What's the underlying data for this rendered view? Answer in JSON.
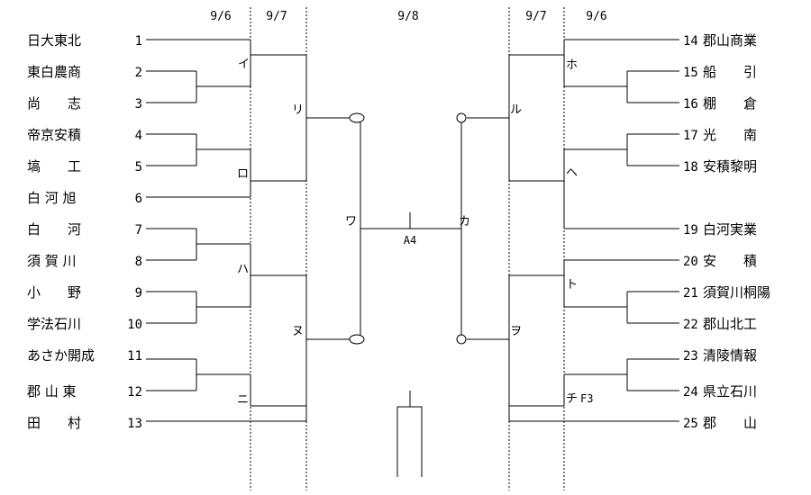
{
  "dates": {
    "left_r1": "9/6",
    "left_r2": "9/7",
    "center": "9/8",
    "right_r2": "9/7",
    "right_r1": "9/6"
  },
  "left_teams": [
    {
      "num": "1",
      "name": "日大東北"
    },
    {
      "num": "2",
      "name": "東白農商"
    },
    {
      "num": "3",
      "name": "尚　　志"
    },
    {
      "num": "4",
      "name": "帝京安積"
    },
    {
      "num": "5",
      "name": "塙　　工"
    },
    {
      "num": "6",
      "name": "白 河 旭"
    },
    {
      "num": "7",
      "name": "白　　河"
    },
    {
      "num": "8",
      "name": "須 賀 川"
    },
    {
      "num": "9",
      "name": "小　　野"
    },
    {
      "num": "10",
      "name": "学法石川"
    },
    {
      "num": "11",
      "name": "あさか開成"
    },
    {
      "num": "12",
      "name": "郡 山 東"
    },
    {
      "num": "13",
      "name": "田　　村"
    }
  ],
  "right_teams": [
    {
      "num": "14",
      "name": "郡山商業"
    },
    {
      "num": "15",
      "name": "船　　引"
    },
    {
      "num": "16",
      "name": "棚　　倉"
    },
    {
      "num": "17",
      "name": "光　　南"
    },
    {
      "num": "18",
      "name": "安積黎明"
    },
    {
      "num": "19",
      "name": "白河実業"
    },
    {
      "num": "20",
      "name": "安　　積"
    },
    {
      "num": "21",
      "name": "須賀川桐陽"
    },
    {
      "num": "22",
      "name": "郡山北工"
    },
    {
      "num": "23",
      "name": "清陵情報"
    },
    {
      "num": "24",
      "name": "県立石川"
    },
    {
      "num": "25",
      "name": "郡　　山"
    }
  ],
  "match_labels": {
    "i": "イ",
    "ro": "ロ",
    "ha": "ハ",
    "ni": "ニ",
    "ho": "ホ",
    "he": "ヘ",
    "to": "ト",
    "chi": "チ",
    "ri": "リ",
    "nu": "ヌ",
    "ru": "ル",
    "wo": "ヲ",
    "wa": "ワ",
    "ka": "カ"
  },
  "venues": {
    "final": "A4",
    "chi": "F3"
  }
}
